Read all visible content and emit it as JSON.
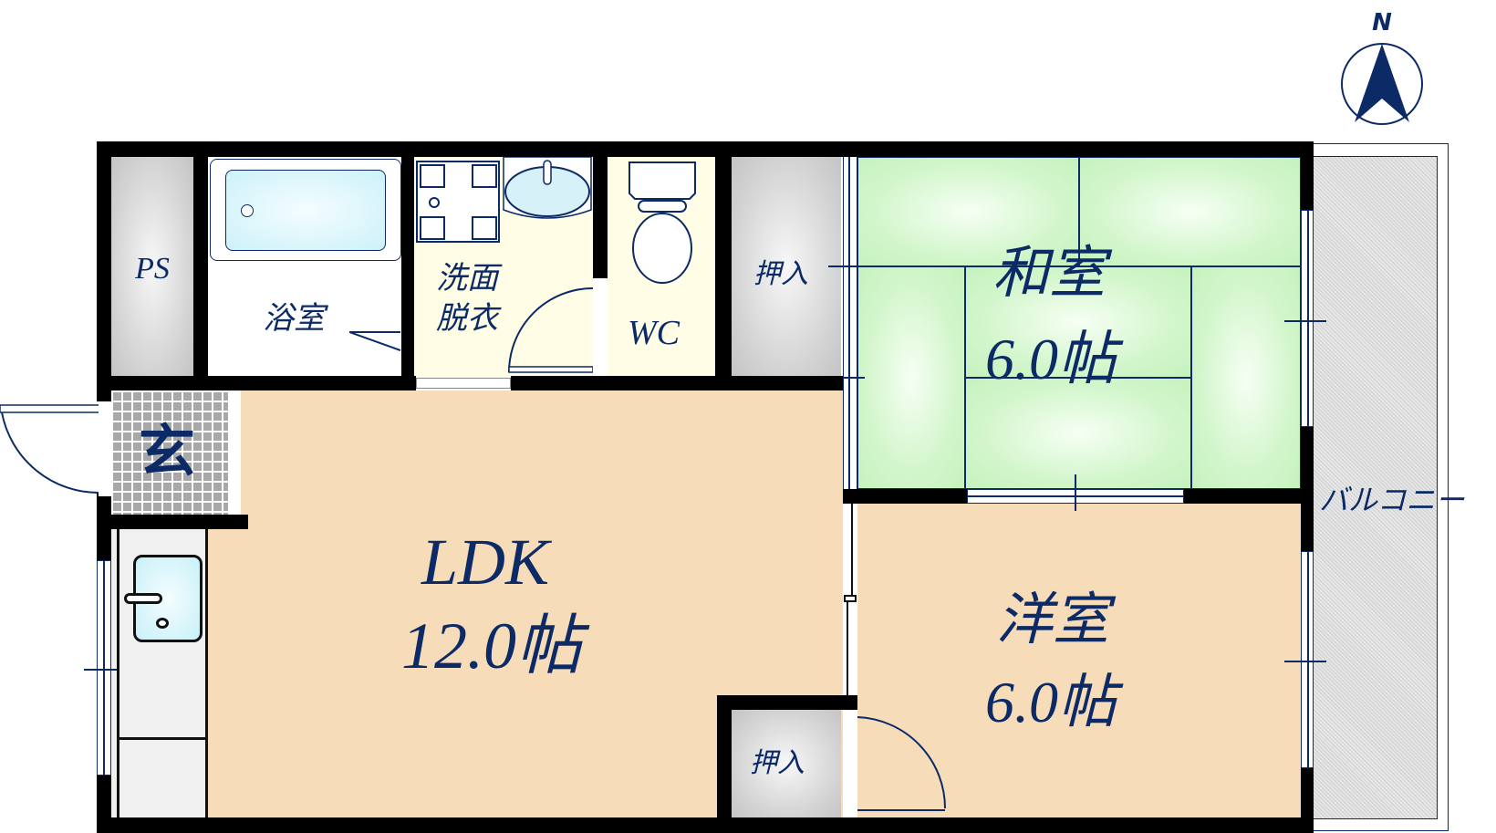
{
  "compass": {
    "label": "N",
    "color": "#0b2a66"
  },
  "rooms": {
    "ps": {
      "label": "PS"
    },
    "bath": {
      "label": "浴室"
    },
    "washroom": {
      "label_line1": "洗面",
      "label_line2": "脱衣"
    },
    "wc": {
      "label": "WC"
    },
    "closet_top": {
      "label": "押入"
    },
    "japanese_room": {
      "name": "和室",
      "size": "6.0帖"
    },
    "entrance": {
      "label": "玄"
    },
    "ldk": {
      "name": "LDK",
      "size": "12.0帖"
    },
    "western_room": {
      "name": "洋室",
      "size": "6.0帖"
    },
    "closet_bottom": {
      "label": "押入"
    },
    "balcony": {
      "label": "バルコニー"
    }
  },
  "colors": {
    "text": "#0b2a66",
    "wall": "#000000",
    "ldk_floor": "#f7dcba",
    "tatami": "#c9f3c1",
    "washroom_floor": "#fffde6",
    "kitchen_counter": "#f0f0f0",
    "sink": "#c8f0f8"
  }
}
